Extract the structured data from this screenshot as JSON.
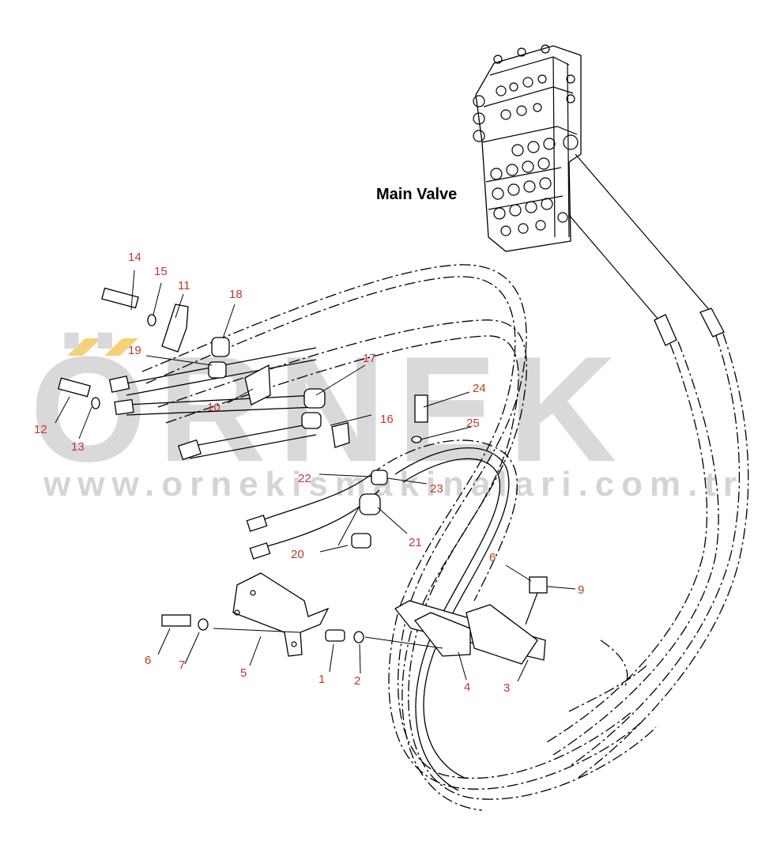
{
  "diagram": {
    "main_label": "Main Valve",
    "watermark": {
      "brand": "ÖRNEK",
      "url": "www.ornekismakinalari.com.tr"
    },
    "callouts": [
      {
        "id": "c1",
        "label": "1"
      },
      {
        "id": "c2",
        "label": "2"
      },
      {
        "id": "c3",
        "label": "3"
      },
      {
        "id": "c4",
        "label": "4"
      },
      {
        "id": "c5",
        "label": "5"
      },
      {
        "id": "c6",
        "label": "6"
      },
      {
        "id": "c6b",
        "label": "6"
      },
      {
        "id": "c7",
        "label": "7"
      },
      {
        "id": "c9",
        "label": "9"
      },
      {
        "id": "c10",
        "label": "10"
      },
      {
        "id": "c11",
        "label": "11"
      },
      {
        "id": "c12",
        "label": "12"
      },
      {
        "id": "c13",
        "label": "13"
      },
      {
        "id": "c14",
        "label": "14"
      },
      {
        "id": "c15",
        "label": "15"
      },
      {
        "id": "c16",
        "label": "16"
      },
      {
        "id": "c17",
        "label": "17"
      },
      {
        "id": "c18",
        "label": "18"
      },
      {
        "id": "c19",
        "label": "19"
      },
      {
        "id": "c20",
        "label": "20"
      },
      {
        "id": "c21",
        "label": "21"
      },
      {
        "id": "c22",
        "label": "22"
      },
      {
        "id": "c23",
        "label": "23"
      },
      {
        "id": "c24",
        "label": "24"
      },
      {
        "id": "c25",
        "label": "25"
      }
    ],
    "colors": {
      "callout": "#c0392b",
      "line": "#000000",
      "watermark": "#d9d9dc",
      "watermark_accent": "#f3d27a"
    }
  }
}
